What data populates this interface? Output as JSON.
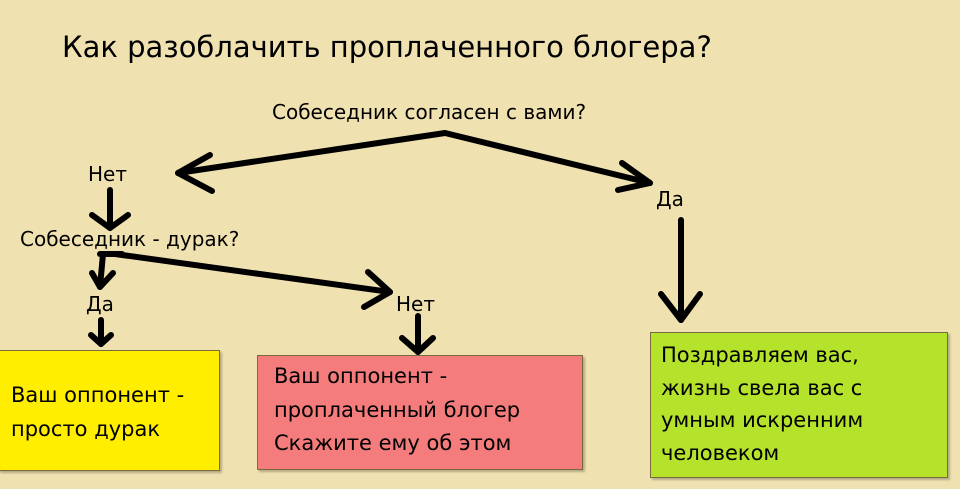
{
  "title": "Как разоблачить проплаченного блогера?",
  "colors": {
    "background": "#f0e2b0",
    "yellow_box": "#ffee00",
    "red_box": "#f47c7c",
    "green_box": "#b5e22b"
  },
  "nodes": {
    "q1": "Собеседник согласен с вами?",
    "q1_no": "Нет",
    "q1_yes": "Да",
    "q2": "Собеседник - дурак?",
    "q2_yes": "Да",
    "q2_no": "Нет"
  },
  "outcomes": {
    "fool": [
      "Ваш оппонент -",
      "просто дурак"
    ],
    "paid": [
      "Ваш оппонент -",
      "проплаченный блогер",
      "Скажите ему об этом"
    ],
    "smart": [
      "Поздравляем вас,",
      "жизнь свела вас с",
      "умным искренним",
      "человеком"
    ]
  }
}
